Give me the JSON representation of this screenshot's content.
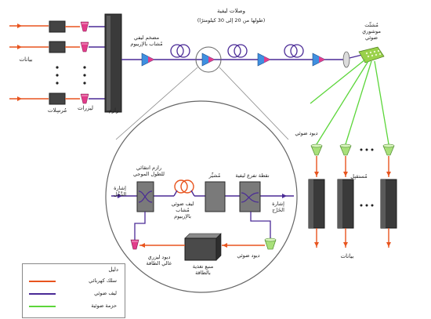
{
  "colors": {
    "electrical": "#e8541e",
    "fiber": "#4a2a96",
    "light_beam": "#5cd63a",
    "amplifier": "#3f8fe0",
    "pump": "#e23c8a",
    "device_dark": "#3a3a3a"
  },
  "labels": {
    "data_in": "بيانات",
    "transmitters": "مُرسِلات",
    "lasers": "ليزرات",
    "multiplexer": "رازم",
    "edfa": "مضخم ليفي مُشاب بالإربيوم",
    "fiber_links": "وصلات ليفية",
    "fiber_links_length": "(طولها من 20 إلى 30 كيلومترًا)",
    "demux_prism": "مُشتِّت موشوري ضوئي",
    "photodiode": "ديود ضوئي",
    "receivers": "مُستقبِل",
    "data_out": "بيانات",
    "optical_switch": "رازم انتقائي للطول الموجي",
    "erbium_fiber": "ليف ضوئي مُشاب بالإربيوم",
    "splitter": "مُشيِّر",
    "fiber_tap": "نقطة تفرع ليفية",
    "input_signal": "إشارة الدَّخْل",
    "output_signal": "إشارة الخَرْج",
    "pump_laser": "ديود ليزري عالي الطاقة",
    "power_unit": "منبع تغذية بالطاقة",
    "inset_photodiode": "ديود ضوئي"
  },
  "legend": {
    "title": "دليل",
    "items": [
      {
        "label": "سلك كهربائي",
        "color": "#e8541e"
      },
      {
        "label": "ليف ضوئي",
        "color": "#4a2a96"
      },
      {
        "label": "حزمة ضوئية",
        "color": "#5cd63a"
      }
    ]
  }
}
